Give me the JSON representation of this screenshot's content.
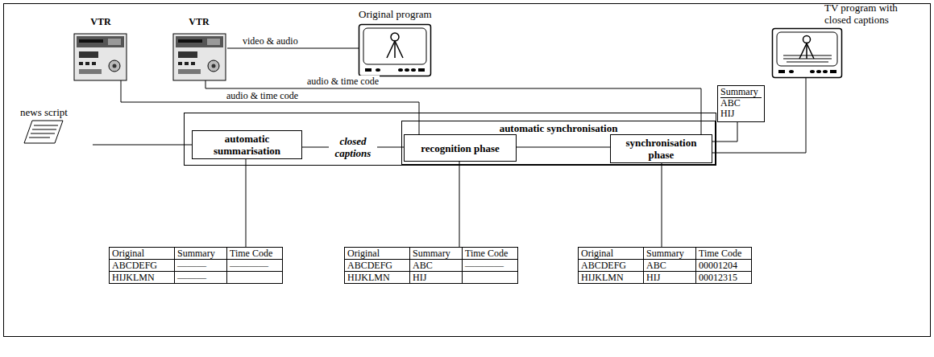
{
  "diagram": {
    "nodes": [
      {
        "text": [
          "VTR"
        ]
      },
      {
        "text": [
          "VTR"
        ]
      },
      {
        "text": [
          "Original program"
        ]
      },
      {
        "text": [
          "TV program with closed captions"
        ]
      },
      {
        "text": [
          "Summary",
          "ABC",
          "HIJ"
        ]
      },
      {
        "text": [
          "news script"
        ]
      },
      {
        "text": [
          "automatic summarisation"
        ]
      },
      {
        "text": [
          "automatic synchronisation"
        ]
      },
      {
        "text": [
          "recognition phase"
        ],
        "in": 7
      },
      {
        "text": [
          "synchronisation phase"
        ],
        "in": 7
      },
      {
        "text": [
          "Original",
          "Summary",
          "Time Code",
          "ABCDEFG",
          "———",
          "————",
          "HIJKLMN",
          "———"
        ]
      },
      {
        "text": [
          "Original",
          "Summary",
          "Time Code",
          "ABCDEFG",
          "ABC",
          "————",
          "HIJKLMN",
          "HIJ"
        ]
      },
      {
        "text": [
          "Original",
          "Summary",
          "Time Code",
          "ABCDEFG",
          "ABC",
          "00001204",
          "HIJKLMN",
          "HIJ",
          "00012315"
        ]
      }
    ],
    "edges": [
      {
        "from": 0,
        "to": 8,
        "label": "audio & time code",
        "arrow": "none"
      },
      {
        "from": 1,
        "to": 9,
        "label": "audio & time code",
        "arrow": "none"
      },
      {
        "from": 1,
        "to": 2,
        "label": "video & audio",
        "arrow": "none"
      },
      {
        "from": 9,
        "to": 3,
        "arrow": "none"
      },
      {
        "from": 9,
        "to": 4,
        "arrow": "none"
      },
      {
        "from": 5,
        "to": 6,
        "arrow": "none"
      },
      {
        "from": 6,
        "to": 8,
        "label": "closed captions",
        "arrow": "none"
      },
      {
        "from": 8,
        "to": 9,
        "arrow": "none"
      },
      {
        "from": 6,
        "to": 10,
        "arrow": "none"
      },
      {
        "from": 8,
        "to": 11,
        "arrow": "none"
      },
      {
        "from": 9,
        "to": 12,
        "arrow": "none"
      }
    ]
  }
}
